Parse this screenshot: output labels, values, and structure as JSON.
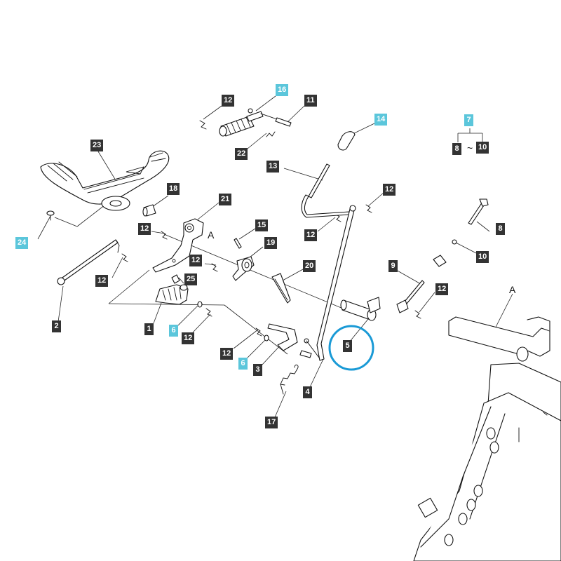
{
  "callouts": {
    "c12_top": "12",
    "c16": "16",
    "c11": "11",
    "c22": "22",
    "c14": "14",
    "c7": "7",
    "c8_group": "8",
    "c10_group": "10",
    "group_tilde": "~",
    "c23": "23",
    "c13": "13",
    "c12_lever_right": "12",
    "c12_lever_left": "12",
    "c18": "18",
    "c21": "21",
    "c12_bracket": "12",
    "c24": "24",
    "c15": "15",
    "c19": "19",
    "c12_mid": "12",
    "c20": "20",
    "c12_rod": "12",
    "c25": "25",
    "c9": "9",
    "c12_right": "12",
    "c8": "8",
    "c10": "10",
    "c5": "5",
    "c2": "2",
    "c1": "1",
    "c6_left": "6",
    "c12_bottom_left": "12",
    "c12_bottom_mid": "12",
    "c6_mid": "6",
    "c3": "3",
    "c4": "4",
    "c17": "17"
  },
  "reference_marks": {
    "a_left": "A",
    "a_right": "A"
  },
  "colors": {
    "callout_dark": "#333333",
    "callout_highlight": "#5bc6db",
    "focus_ring": "#1a9ad6"
  }
}
